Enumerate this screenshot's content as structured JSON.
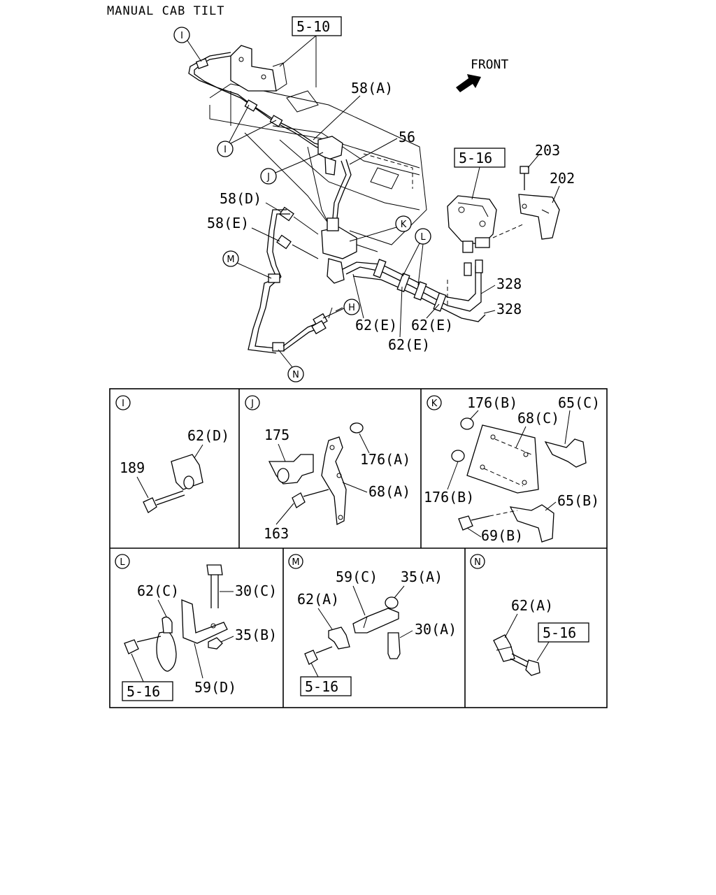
{
  "title": "MANUAL CAB TILT",
  "front_label": "FRONT",
  "main": {
    "ref_5_10": "5-10",
    "ref_5_16": "5-16",
    "callouts": {
      "I_top": "I",
      "I_mid": "I",
      "J": "J",
      "K": "K",
      "L": "L",
      "M": "M",
      "H": "H",
      "N": "N"
    },
    "labels": {
      "l58A": "58(A)",
      "l56": "56",
      "l203": "203",
      "l202": "202",
      "l58D": "58(D)",
      "l58E": "58(E)",
      "l328a": "328",
      "l328b": "328",
      "l62E1": "62(E)",
      "l62E2": "62(E)",
      "l62E3": "62(E)"
    }
  },
  "details": {
    "I": {
      "letter": "I",
      "l62D": "62(D)",
      "l189": "189"
    },
    "J": {
      "letter": "J",
      "l175": "175",
      "l176A": "176(A)",
      "l68A": "68(A)",
      "l163": "163"
    },
    "K": {
      "letter": "K",
      "l176B1": "176(B)",
      "l68C": "68(C)",
      "l65C": "65(C)",
      "l176B2": "176(B)",
      "l65B": "65(B)",
      "l69B": "69(B)"
    },
    "L": {
      "letter": "L",
      "l62C": "62(C)",
      "l30C": "30(C)",
      "l35B": "35(B)",
      "l59D": "59(D)",
      "ref": "5-16"
    },
    "M": {
      "letter": "M",
      "l59C": "59(C)",
      "l35A": "35(A)",
      "l62A": "62(A)",
      "l30A": "30(A)",
      "ref": "5-16"
    },
    "N": {
      "letter": "N",
      "l62A": "62(A)",
      "ref": "5-16"
    }
  }
}
